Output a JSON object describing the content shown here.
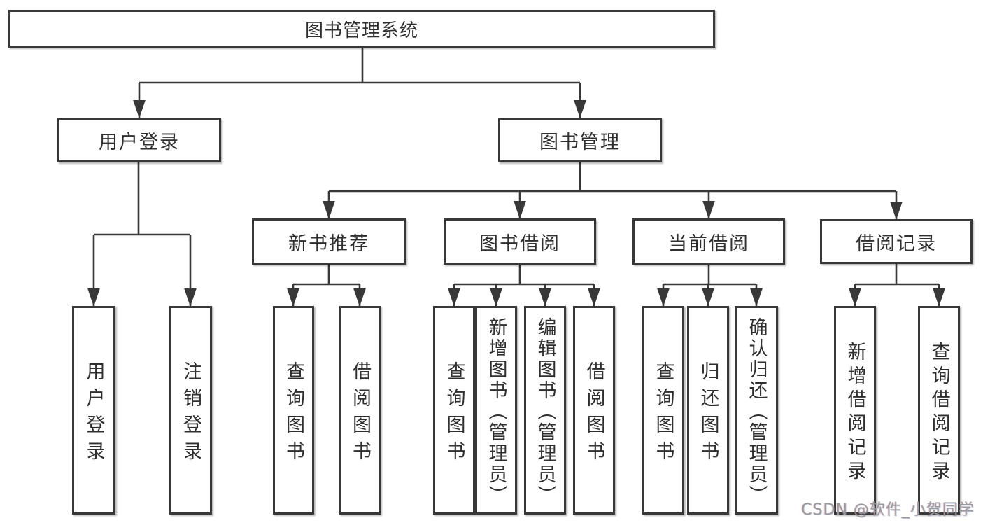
{
  "tree": {
    "label": "图书管理系统",
    "children": [
      {
        "label": "用户登录",
        "children": [
          {
            "label": "用户登录"
          },
          {
            "label": "注销登录"
          }
        ]
      },
      {
        "label": "图书管理",
        "children": [
          {
            "label": "新书推荐",
            "children": [
              {
                "label": "查询图书"
              },
              {
                "label": "借阅图书"
              }
            ]
          },
          {
            "label": "图书借阅",
            "children": [
              {
                "label": "查询图书"
              },
              {
                "label": "新增图书（管理员）"
              },
              {
                "label": "编辑图书（管理员）"
              },
              {
                "label": "借阅图书"
              }
            ]
          },
          {
            "label": "当前借阅",
            "children": [
              {
                "label": "查询图书"
              },
              {
                "label": "归还图书"
              },
              {
                "label": "确认归还（管理员）"
              }
            ]
          },
          {
            "label": "借阅记录",
            "children": [
              {
                "label": "新增借阅记录"
              },
              {
                "label": "查询借阅记录"
              }
            ]
          }
        ]
      }
    ]
  },
  "watermark": {
    "text": "CSDN @软件_小贺同学"
  },
  "colors": {
    "line": "#383838",
    "box_border": "#383838",
    "text": "#2f2f2f",
    "background": "#ffffff",
    "watermark": "#9a9a9a"
  }
}
